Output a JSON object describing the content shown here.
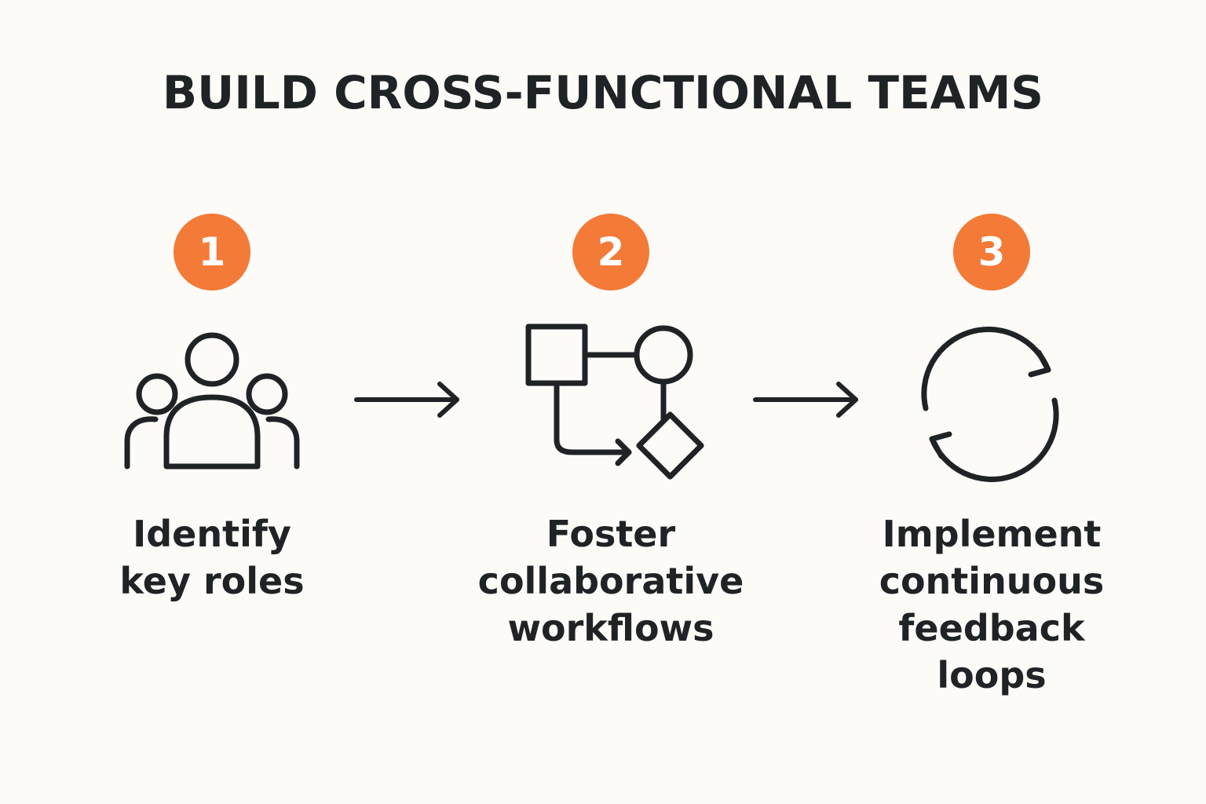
{
  "title": "BUILD CROSS-FUNCTIONAL TEAMS",
  "accent_color": "#F47A38",
  "ink_color": "#1F2326",
  "background_color": "#FCFBF7",
  "steps": [
    {
      "number": "1",
      "label": "Identify\nkey roles",
      "icon": "people-group-icon"
    },
    {
      "number": "2",
      "label": "Foster\ncollaborative\nworkflows",
      "icon": "workflow-diagram-icon"
    },
    {
      "number": "3",
      "label": "Implement\ncontinuous\nfeedback\nloops",
      "icon": "refresh-cycle-icon"
    }
  ],
  "connectors": [
    "arrow-right-icon",
    "arrow-right-icon"
  ]
}
